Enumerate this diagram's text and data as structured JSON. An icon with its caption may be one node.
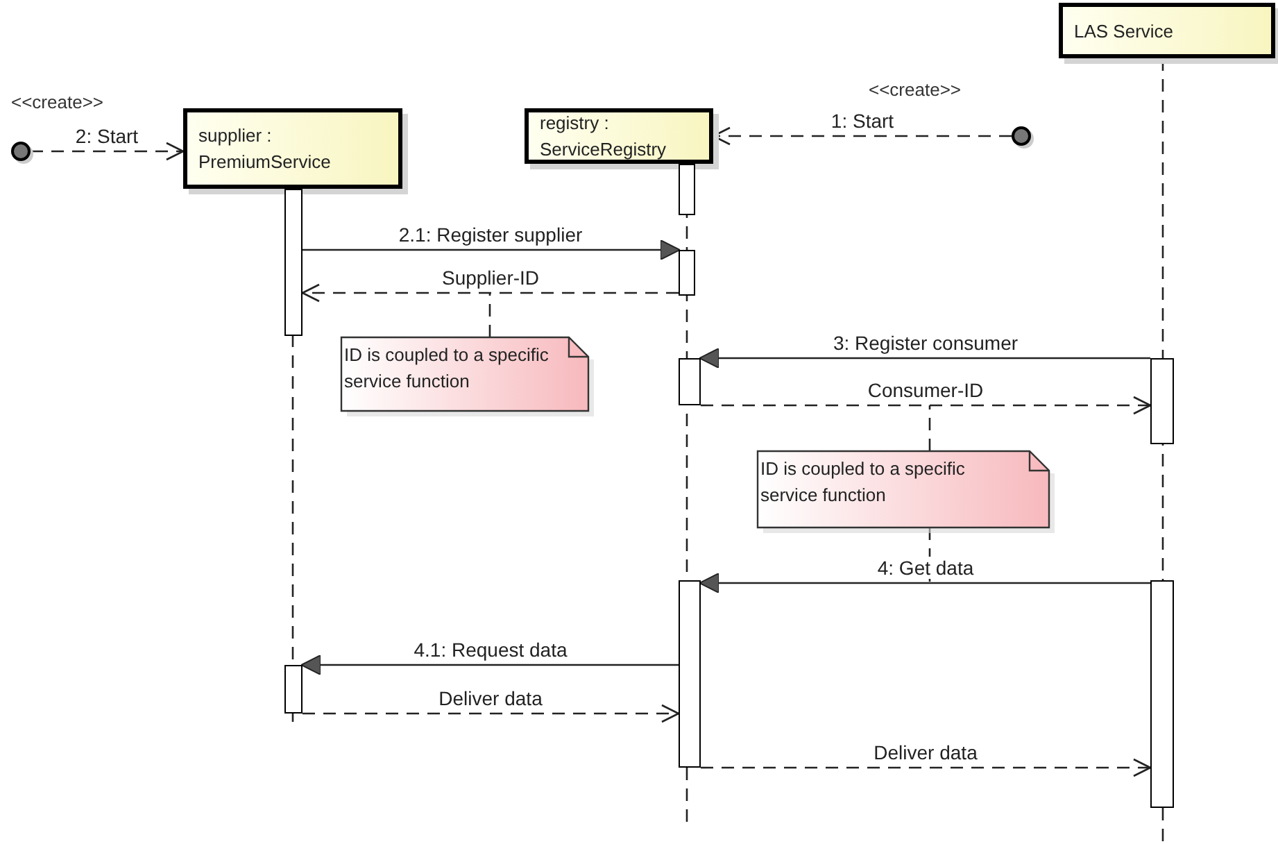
{
  "diagram": {
    "nodes": [
      {
        "text": [
          "supplier : PremiumService"
        ]
      },
      {
        "text": [
          "registry : ServiceRegistry"
        ]
      },
      {
        "text": [
          "LAS Service"
        ]
      },
      {
        "text": [],
        "shape": "circle"
      },
      {
        "text": [],
        "shape": "circle"
      },
      {
        "text": [
          "ID is coupled to a specific service function"
        ]
      },
      {
        "text": [
          "ID is coupled to a specific service function"
        ]
      },
      {
        "text": [],
        "shape": "bar"
      },
      {
        "text": [],
        "shape": "bar"
      },
      {
        "text": [],
        "shape": "bar"
      },
      {
        "text": [],
        "shape": "bar"
      },
      {
        "text": [],
        "shape": "bar"
      },
      {
        "text": [],
        "shape": "bar"
      },
      {
        "text": [],
        "shape": "bar"
      },
      {
        "text": [],
        "shape": "bar"
      }
    ],
    "edges": [
      {
        "from": 3,
        "to": 0,
        "arrow": "to",
        "label": "2: Start",
        "style": "dashed"
      },
      {
        "from": 4,
        "to": 1,
        "arrow": "to",
        "label": "1: Start",
        "style": "dashed"
      },
      {
        "from": 7,
        "to": 10,
        "arrow": "to",
        "label": "2.1: Register supplier"
      },
      {
        "from": 10,
        "to": 7,
        "arrow": "to",
        "label": "Supplier-ID",
        "style": "dashed"
      },
      {
        "from": 13,
        "to": 11,
        "arrow": "to",
        "label": "3: Register consumer"
      },
      {
        "from": 11,
        "to": 13,
        "arrow": "to",
        "label": "Consumer-ID",
        "style": "dashed"
      },
      {
        "from": 14,
        "to": 12,
        "arrow": "to",
        "label": "4: Get data"
      },
      {
        "from": 12,
        "to": 8,
        "arrow": "to",
        "label": "4.1: Request data"
      },
      {
        "from": 8,
        "to": 12,
        "arrow": "to",
        "label": "Deliver data",
        "style": "dashed"
      },
      {
        "from": 12,
        "to": 14,
        "arrow": "to",
        "label": "Deliver data",
        "style": "dashed"
      },
      {
        "from": 5,
        "to": null,
        "arrow": "none",
        "style": "dashed"
      },
      {
        "from": 6,
        "to": null,
        "arrow": "none",
        "style": "dashed"
      },
      {
        "from": 6,
        "to": null,
        "arrow": "none",
        "style": "dashed"
      }
    ],
    "labels": [
      "<<create>>",
      "<<create>>"
    ]
  }
}
